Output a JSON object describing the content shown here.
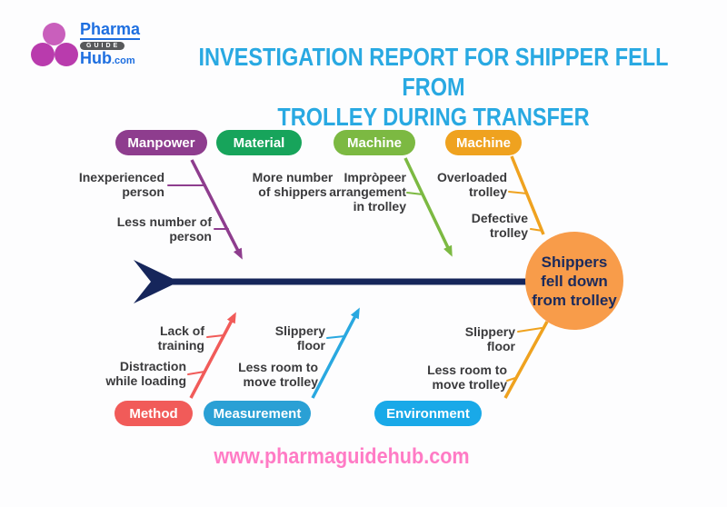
{
  "logo": {
    "brand_top": "Pharma",
    "brand_badge": "GUIDE",
    "brand_bottom": "Hub",
    "brand_tld": ".com"
  },
  "title": {
    "line1": "INVESTIGATION REPORT FOR SHIPPER FELL FROM",
    "line2": "TROLLEY DURING TRANSFER"
  },
  "effect": {
    "full_text": "Shippers fell down from trolley",
    "line1": "Shippers",
    "line2": "fell down",
    "line3": "from trolley"
  },
  "categories": [
    {
      "label": "Manpower",
      "color": "#8e3d8e",
      "side": "top",
      "causes": [
        "Inexperienced person",
        "Less number of person"
      ]
    },
    {
      "label": "Material",
      "color": "#17a45b",
      "side": "top",
      "causes": [
        "More number of shippers"
      ]
    },
    {
      "label": "Machine",
      "color": "#7cb942",
      "side": "top",
      "causes": [
        "Impròpeer arrangement in trolley"
      ]
    },
    {
      "label": "Machine",
      "color": "#efa21f",
      "side": "top",
      "causes": [
        "Overloaded trolley",
        "Defective trolley"
      ]
    },
    {
      "label": "Method",
      "color": "#f15b59",
      "side": "bottom",
      "causes": [
        "Lack of training",
        "Distraction while loading"
      ]
    },
    {
      "label": "Measurement",
      "color": "#2aa0d5",
      "side": "bottom",
      "causes": [
        "Slippery floor",
        "Less room to move trolley"
      ]
    },
    {
      "label": "Environment",
      "color": "#19a9e8",
      "side": "bottom",
      "causes": [
        "Slippery floor",
        "Less room to move trolley"
      ]
    }
  ],
  "cause_labels": {
    "inexperienced": {
      "l1": "Inexperienced",
      "l2": "person"
    },
    "less_number": {
      "l1": "Less number of",
      "l2": "person"
    },
    "more_shippers": {
      "l1": "More number",
      "l2": "of shippers"
    },
    "improper": {
      "l1": "Impròpeer",
      "l2": "arrangement",
      "l3": "in trolley"
    },
    "overloaded": {
      "l1": "Overloaded",
      "l2": "trolley"
    },
    "defective": {
      "l1": "Defective",
      "l2": "trolley"
    },
    "lack_training": {
      "l1": "Lack of",
      "l2": "training"
    },
    "distraction": {
      "l1": "Distraction",
      "l2": "while loading"
    },
    "slippery_meas": {
      "l1": "Slippery",
      "l2": "floor"
    },
    "less_room_meas": {
      "l1": "Less room to",
      "l2": "move trolley"
    },
    "slippery_env": {
      "l1": "Slippery",
      "l2": "floor"
    },
    "less_room_env": {
      "l1": "Less room to",
      "l2": "move trolley"
    }
  },
  "footer": {
    "website": "www.pharmaguidehub.com"
  },
  "colors": {
    "spine_navy": "#16265b",
    "title_cyan": "#29a9e2",
    "effect_orange": "#f89c4a",
    "website_pink": "#ff7bc5",
    "logo_blue": "#1e6fe0",
    "logo_magenta": "#b93bad",
    "label_text": "#3a3a3c"
  }
}
